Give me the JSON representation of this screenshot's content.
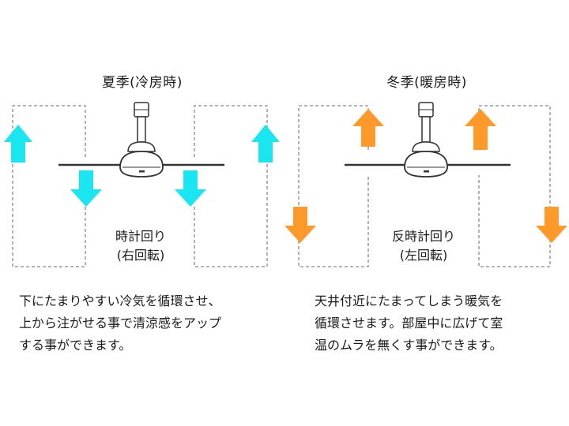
{
  "summer": {
    "title": "夏季(冷房時)",
    "rotation_line1": "時計回り",
    "rotation_line2": "(右回転)",
    "desc_line1": "下にたまりやすい冷気を循環させ、",
    "desc_line2": "上から注がせる事で清涼感をアップ",
    "desc_line3": "する事ができます。",
    "arrow_color": "#19e6f0"
  },
  "winter": {
    "title": "冬季(暖房時)",
    "rotation_line1": "反時計回り",
    "rotation_line2": "(左回転)",
    "desc_line1": "天井付近にたまってしまう暖気を",
    "desc_line2": "循環させます。部屋中に広げて室",
    "desc_line3": "温のムラを無くす事ができます。",
    "arrow_color": "#ff9a2a"
  },
  "icons": [
    "ceiling-fan-icon",
    "arrow-up-icon",
    "arrow-down-icon"
  ]
}
